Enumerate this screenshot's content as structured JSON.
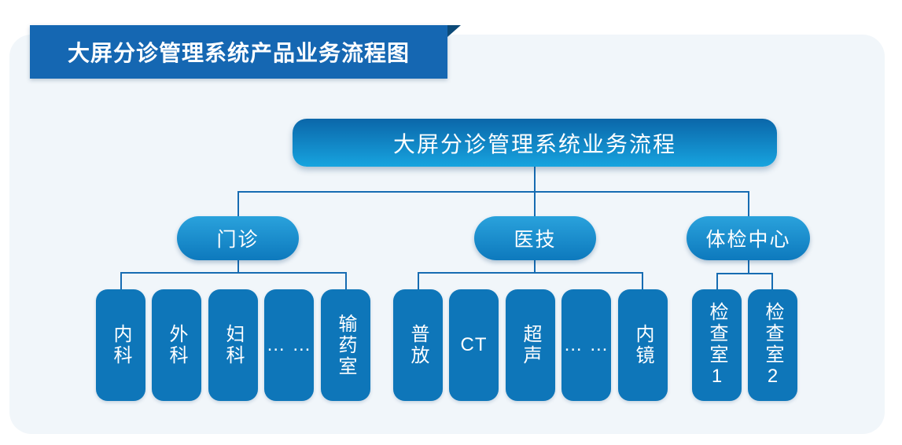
{
  "banner": {
    "title": "大屏分诊管理系统产品业务流程图"
  },
  "tree": {
    "root": {
      "label": "大屏分诊管理系统业务流程"
    },
    "groups": [
      {
        "label": "门诊",
        "children": [
          {
            "label": "内科"
          },
          {
            "label": "外科"
          },
          {
            "label": "妇科"
          },
          {
            "label": "… …"
          },
          {
            "label": "输药室"
          }
        ]
      },
      {
        "label": "医技",
        "children": [
          {
            "label": "普放"
          },
          {
            "label": "CT"
          },
          {
            "label": "超声"
          },
          {
            "label": "… …"
          },
          {
            "label": "内镜"
          }
        ]
      },
      {
        "label": "体检中心",
        "children": [
          {
            "label": "检查室1"
          },
          {
            "label": "检查室2"
          }
        ]
      }
    ]
  },
  "colors": {
    "banner_bg": "#1567b2",
    "banner_fold": "#0c4a78",
    "root_gradient_top": "#0b66a9",
    "root_gradient_bottom": "#17a4df",
    "pill_gradient_top": "#2aa2dc",
    "pill_gradient_bottom": "#0d79bd",
    "leaf_bg": "#0e76b9",
    "connector": "#176cb2",
    "card_bg": "#f1f6fa",
    "page_bg": "#ffffff",
    "text": "#ffffff"
  }
}
